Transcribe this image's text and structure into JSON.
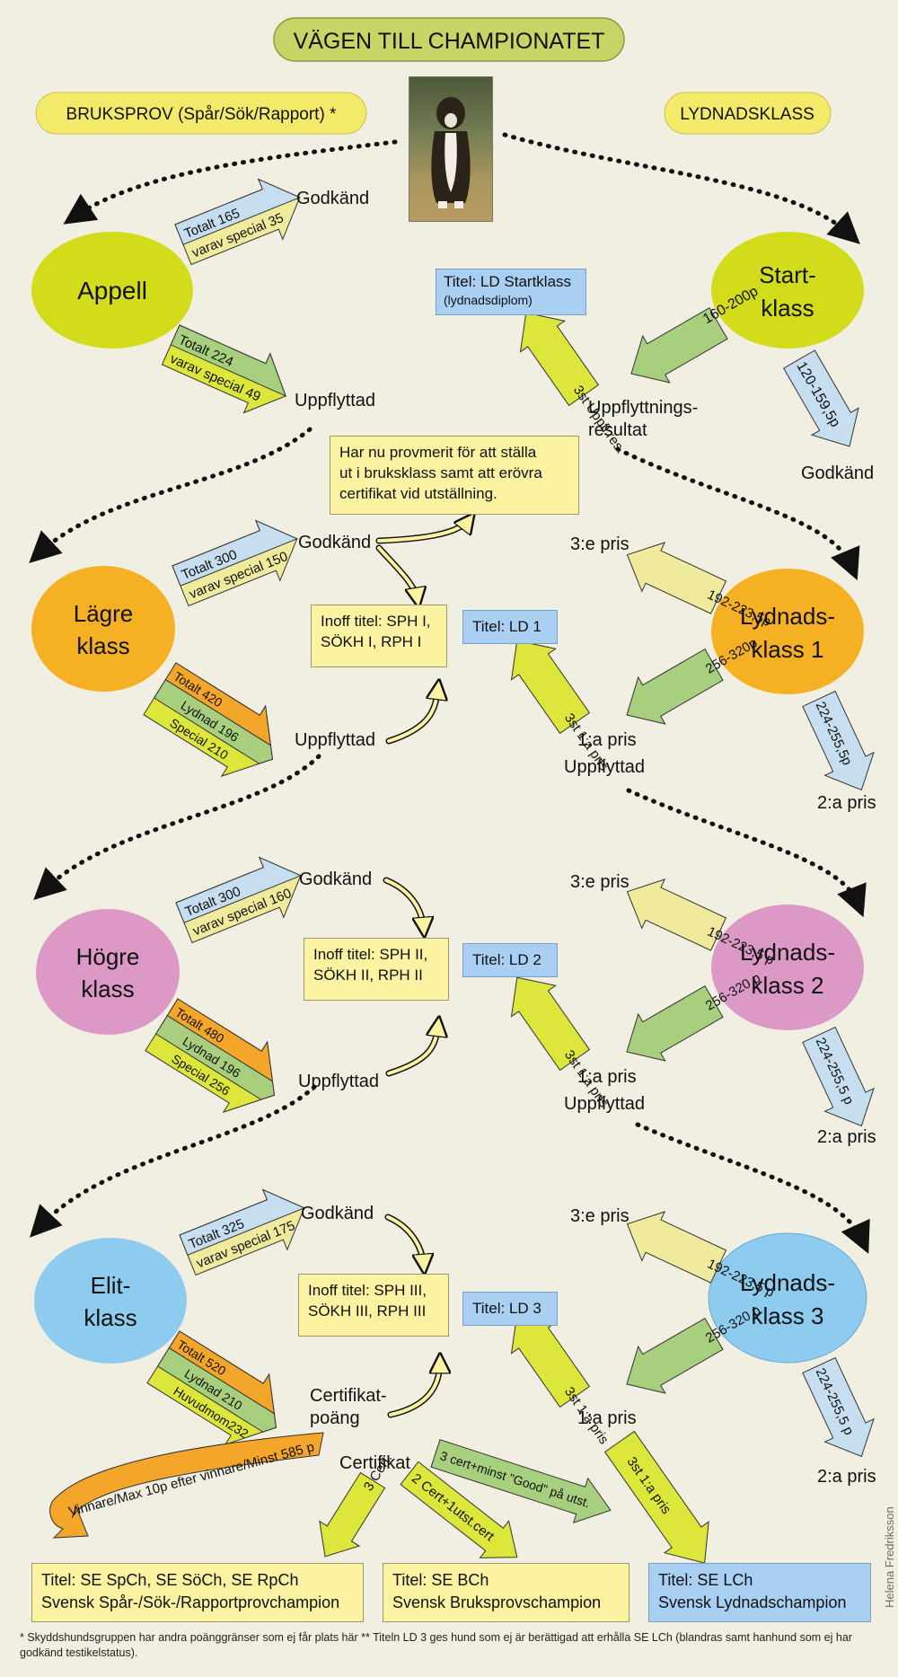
{
  "title": "VÄGEN TILL CHAMPIONATET",
  "headers": {
    "left": "BRUKSPROV (Spår/Sök/Rapport) *",
    "right": "LYDNADSKLASS"
  },
  "colors": {
    "appell": "#d3dc1a",
    "lagre": "#f6b023",
    "hogre": "#dd99c6",
    "elit": "#8dcbef",
    "arrow_blue": "#c7def0",
    "arrow_yellow": "#f0ea9c",
    "arrow_green": "#a8cf7e",
    "arrow_lime": "#dde63a",
    "arrow_orange": "#f4a62a",
    "box_yellow": "#fbf3a1",
    "box_blue": "#a9cff2"
  },
  "left_classes": {
    "appell": "Appell",
    "lagre": [
      "Lägre",
      "klass"
    ],
    "hogre": [
      "Högre",
      "klass"
    ],
    "elit": [
      "Elit-",
      "klass"
    ]
  },
  "right_classes": {
    "start": [
      "Start-",
      "klass"
    ],
    "l1": [
      "Lydnads-",
      "klass 1"
    ],
    "l2": [
      "Lydnads-",
      "klass 2"
    ],
    "l3": [
      "Lydnads-",
      "klass 3"
    ]
  },
  "left_arrows": {
    "appell_godkand": [
      "Totalt 165",
      "varav special 35"
    ],
    "appell_upp": [
      "Totalt 224",
      "varav special 49"
    ],
    "lagre_godkand": [
      "Totalt 300",
      "varav special 150"
    ],
    "lagre_upp": [
      "Totalt 420",
      "Lydnad 196",
      "Special 210"
    ],
    "hogre_godkand": [
      "Totalt 300",
      "varav special 160"
    ],
    "hogre_upp": [
      "Totalt 480",
      "Lydnad 196",
      "Special 256"
    ],
    "elit_godkand": [
      "Totalt 325",
      "varav special 175"
    ],
    "elit_upp": [
      "Totalt 520",
      "Lydnad 210",
      "Huvudmom232"
    ]
  },
  "labels": {
    "godkand": "Godkänd",
    "uppflyttad": "Uppflyttad",
    "uppflyttnings": [
      "Uppflyttnings-",
      "resultat"
    ],
    "pris3": "3:e pris",
    "pris2": "2:a pris",
    "pris1": "1:a pris",
    "certifikatpoang": [
      "Certifikat-",
      "poäng"
    ],
    "certifikat": "Certifikat"
  },
  "right_arrows": {
    "start_upp": "160-200p",
    "start_godkand": "120-159,5p",
    "start_titel": "3st Uppfl.res.",
    "pris3": "192-223,5 p",
    "pris3_l1": "192-223,5p",
    "pris1": "256-320 p",
    "pris1_l1": "256-320p",
    "pris2": "224-255,5 p",
    "pris2_l1": "224-255,5p",
    "st1": "3st 1:a pris"
  },
  "boxes": {
    "provmerit": [
      "Har nu provmerit för att ställa",
      "ut i bruksklass samt att erövra",
      "certifikat vid utställning."
    ],
    "ld_start": "Titel: LD Startklass",
    "ld_start_sub": "(lydnadsdiplom)",
    "sph1": [
      "Inoff titel: SPH I,",
      "SÖKH I, RPH I"
    ],
    "ld1": "Titel: LD 1",
    "sph2": [
      "Inoff titel: SPH II,",
      "SÖKH II, RPH II"
    ],
    "ld2": "Titel: LD 2",
    "sph3": [
      "Inoff titel: SPH III,",
      "SÖKH III, RPH III"
    ],
    "ld3": "Titel: LD 3"
  },
  "cert_arrows": {
    "vinnare": "Vinnare/Max 10p efter vinnare/Minst 585 p",
    "cert3": "3 Cert.",
    "cert2": "2 Cert+1utst.cert",
    "cert3good": "3 cert+minst \"Good\" på utst."
  },
  "final_titles": {
    "spch": [
      "Titel: SE SpCh, SE SöCh, SE RpCh",
      "Svensk Spår-/Sök-/Rapportprovchampion"
    ],
    "bch": [
      "Titel: SE BCh",
      "Svensk Bruksprovschampion"
    ],
    "lch": [
      "Titel: SE LCh",
      "Svensk Lydnadschampion"
    ]
  },
  "footnote": "* Skyddshundsgruppen har andra poänggränser som ej får plats här   ** Titeln LD 3 ges hund som ej är berättigad att erhålla SE LCh  (blandras samt hanhund som ej har godkänd testikelstatus).",
  "credit": "Helena Fredriksson",
  "photo_icon": "boxer-dog-photo"
}
